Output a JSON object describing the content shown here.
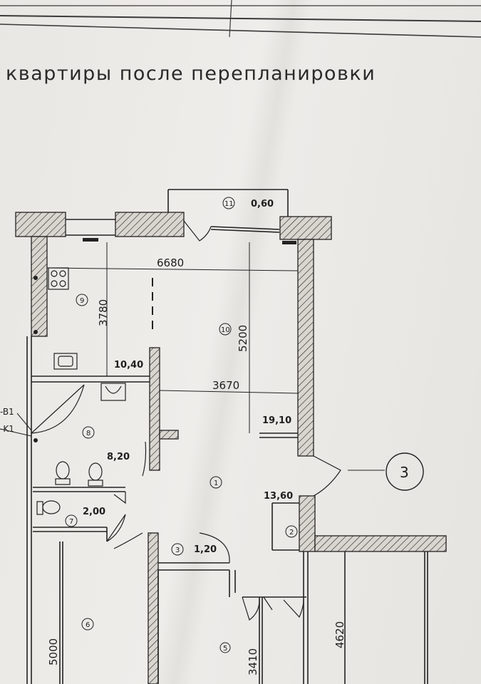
{
  "title": "квартиры после перепланировки",
  "dimensions": {
    "width_total": "6680",
    "kitchen_depth": "3780",
    "living_depth": "5200",
    "living_width": "3670",
    "room6_depth": "5000",
    "room5_depth": "3410",
    "right_room_depth": "4620"
  },
  "rooms": {
    "r1": {
      "num": "1",
      "area": "13,60"
    },
    "r2": {
      "num": "2"
    },
    "r3": {
      "num": "3",
      "area": "1,20"
    },
    "r5": {
      "num": "5"
    },
    "r6": {
      "num": "6"
    },
    "r7": {
      "num": "7",
      "area": "2,00"
    },
    "r8": {
      "num": "8",
      "area": "8,20"
    },
    "r9": {
      "num": "9",
      "area": "10,40"
    },
    "r10": {
      "num": "10",
      "area": "19,10"
    },
    "r11": {
      "num": "11",
      "area": "0,60"
    }
  },
  "section_marker": "3",
  "riser_labels": {
    "top": "-B1",
    "bottom": "-K1"
  }
}
